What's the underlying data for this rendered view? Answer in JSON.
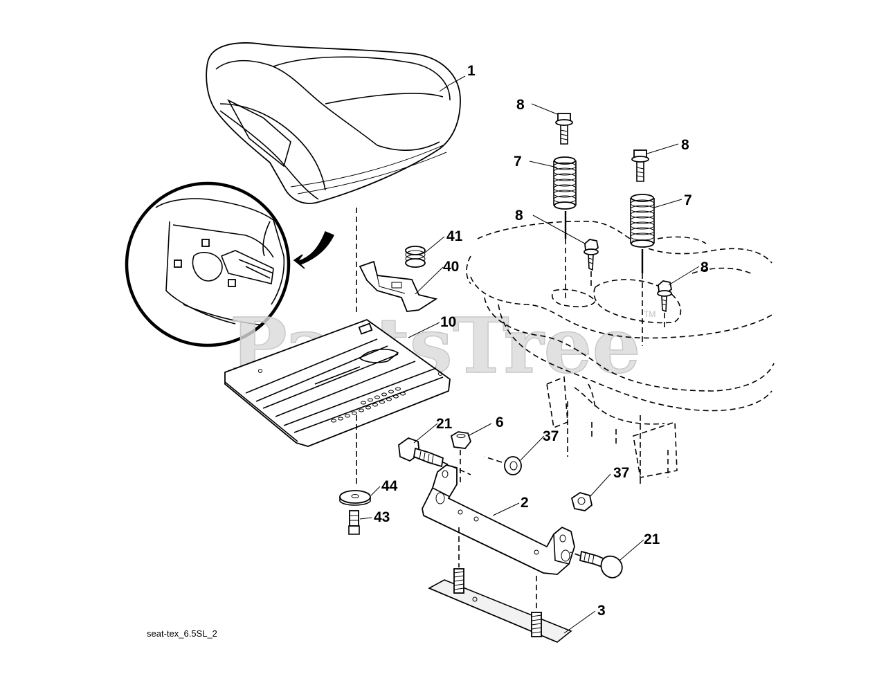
{
  "diagram": {
    "caption": "seat-tex_6.5SL_2",
    "watermark": "PartsTree",
    "watermark_tm": "TM",
    "callouts": [
      {
        "id": "c1",
        "label": "1"
      },
      {
        "id": "c8a",
        "label": "8"
      },
      {
        "id": "c8b",
        "label": "8"
      },
      {
        "id": "c8c",
        "label": "8"
      },
      {
        "id": "c8d",
        "label": "8"
      },
      {
        "id": "c7a",
        "label": "7"
      },
      {
        "id": "c7b",
        "label": "7"
      },
      {
        "id": "c41",
        "label": "41"
      },
      {
        "id": "c40",
        "label": "40"
      },
      {
        "id": "c10",
        "label": "10"
      },
      {
        "id": "c21a",
        "label": "21"
      },
      {
        "id": "c6",
        "label": "6"
      },
      {
        "id": "c37a",
        "label": "37"
      },
      {
        "id": "c37b",
        "label": "37"
      },
      {
        "id": "c2",
        "label": "2"
      },
      {
        "id": "c44",
        "label": "44"
      },
      {
        "id": "c43",
        "label": "43"
      },
      {
        "id": "c21b",
        "label": "21"
      },
      {
        "id": "c3",
        "label": "3"
      }
    ]
  }
}
